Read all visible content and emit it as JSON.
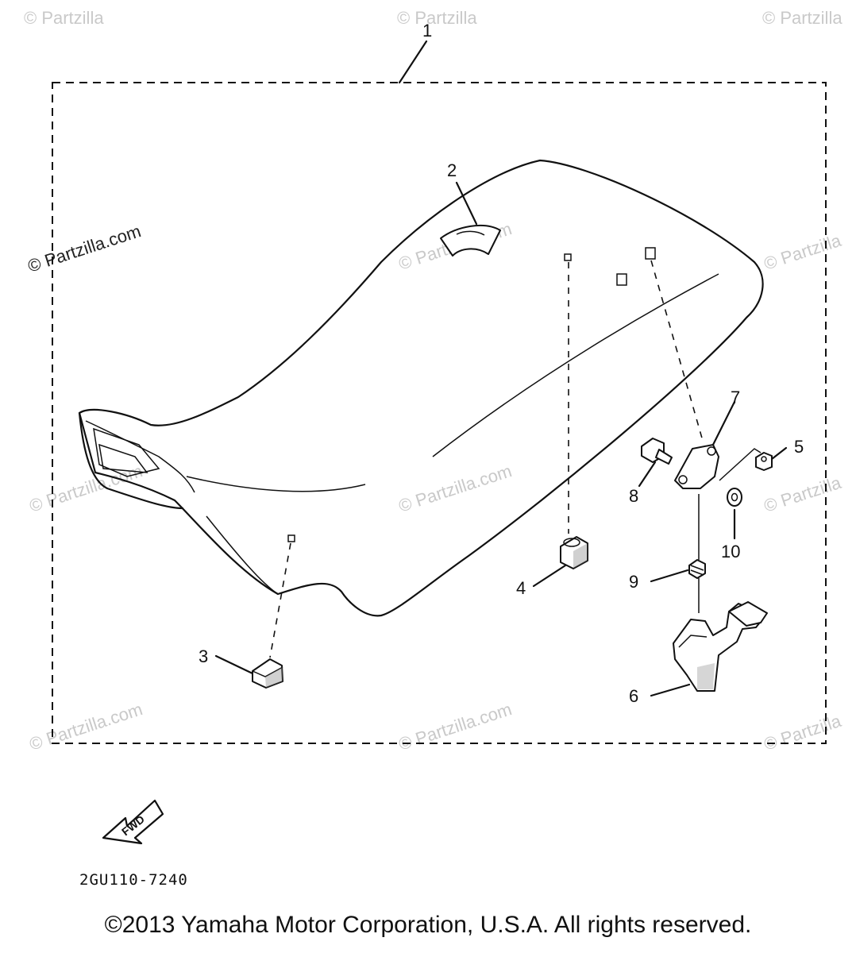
{
  "watermarks": {
    "corner": "© Partzilla",
    "repeat": "© Partzilla.com",
    "prominent": "© Partzilla.com"
  },
  "callouts": [
    "1",
    "2",
    "3",
    "4",
    "5",
    "6",
    "7",
    "8",
    "9",
    "10"
  ],
  "fwd_label": "FWD",
  "diagram_code": "2GU110-7240",
  "copyright": "©2013  Yamaha Motor Corporation, U.S.A. All rights reserved.",
  "colors": {
    "ink": "#111111",
    "watermark": "#c9c9c9",
    "background": "#ffffff"
  }
}
